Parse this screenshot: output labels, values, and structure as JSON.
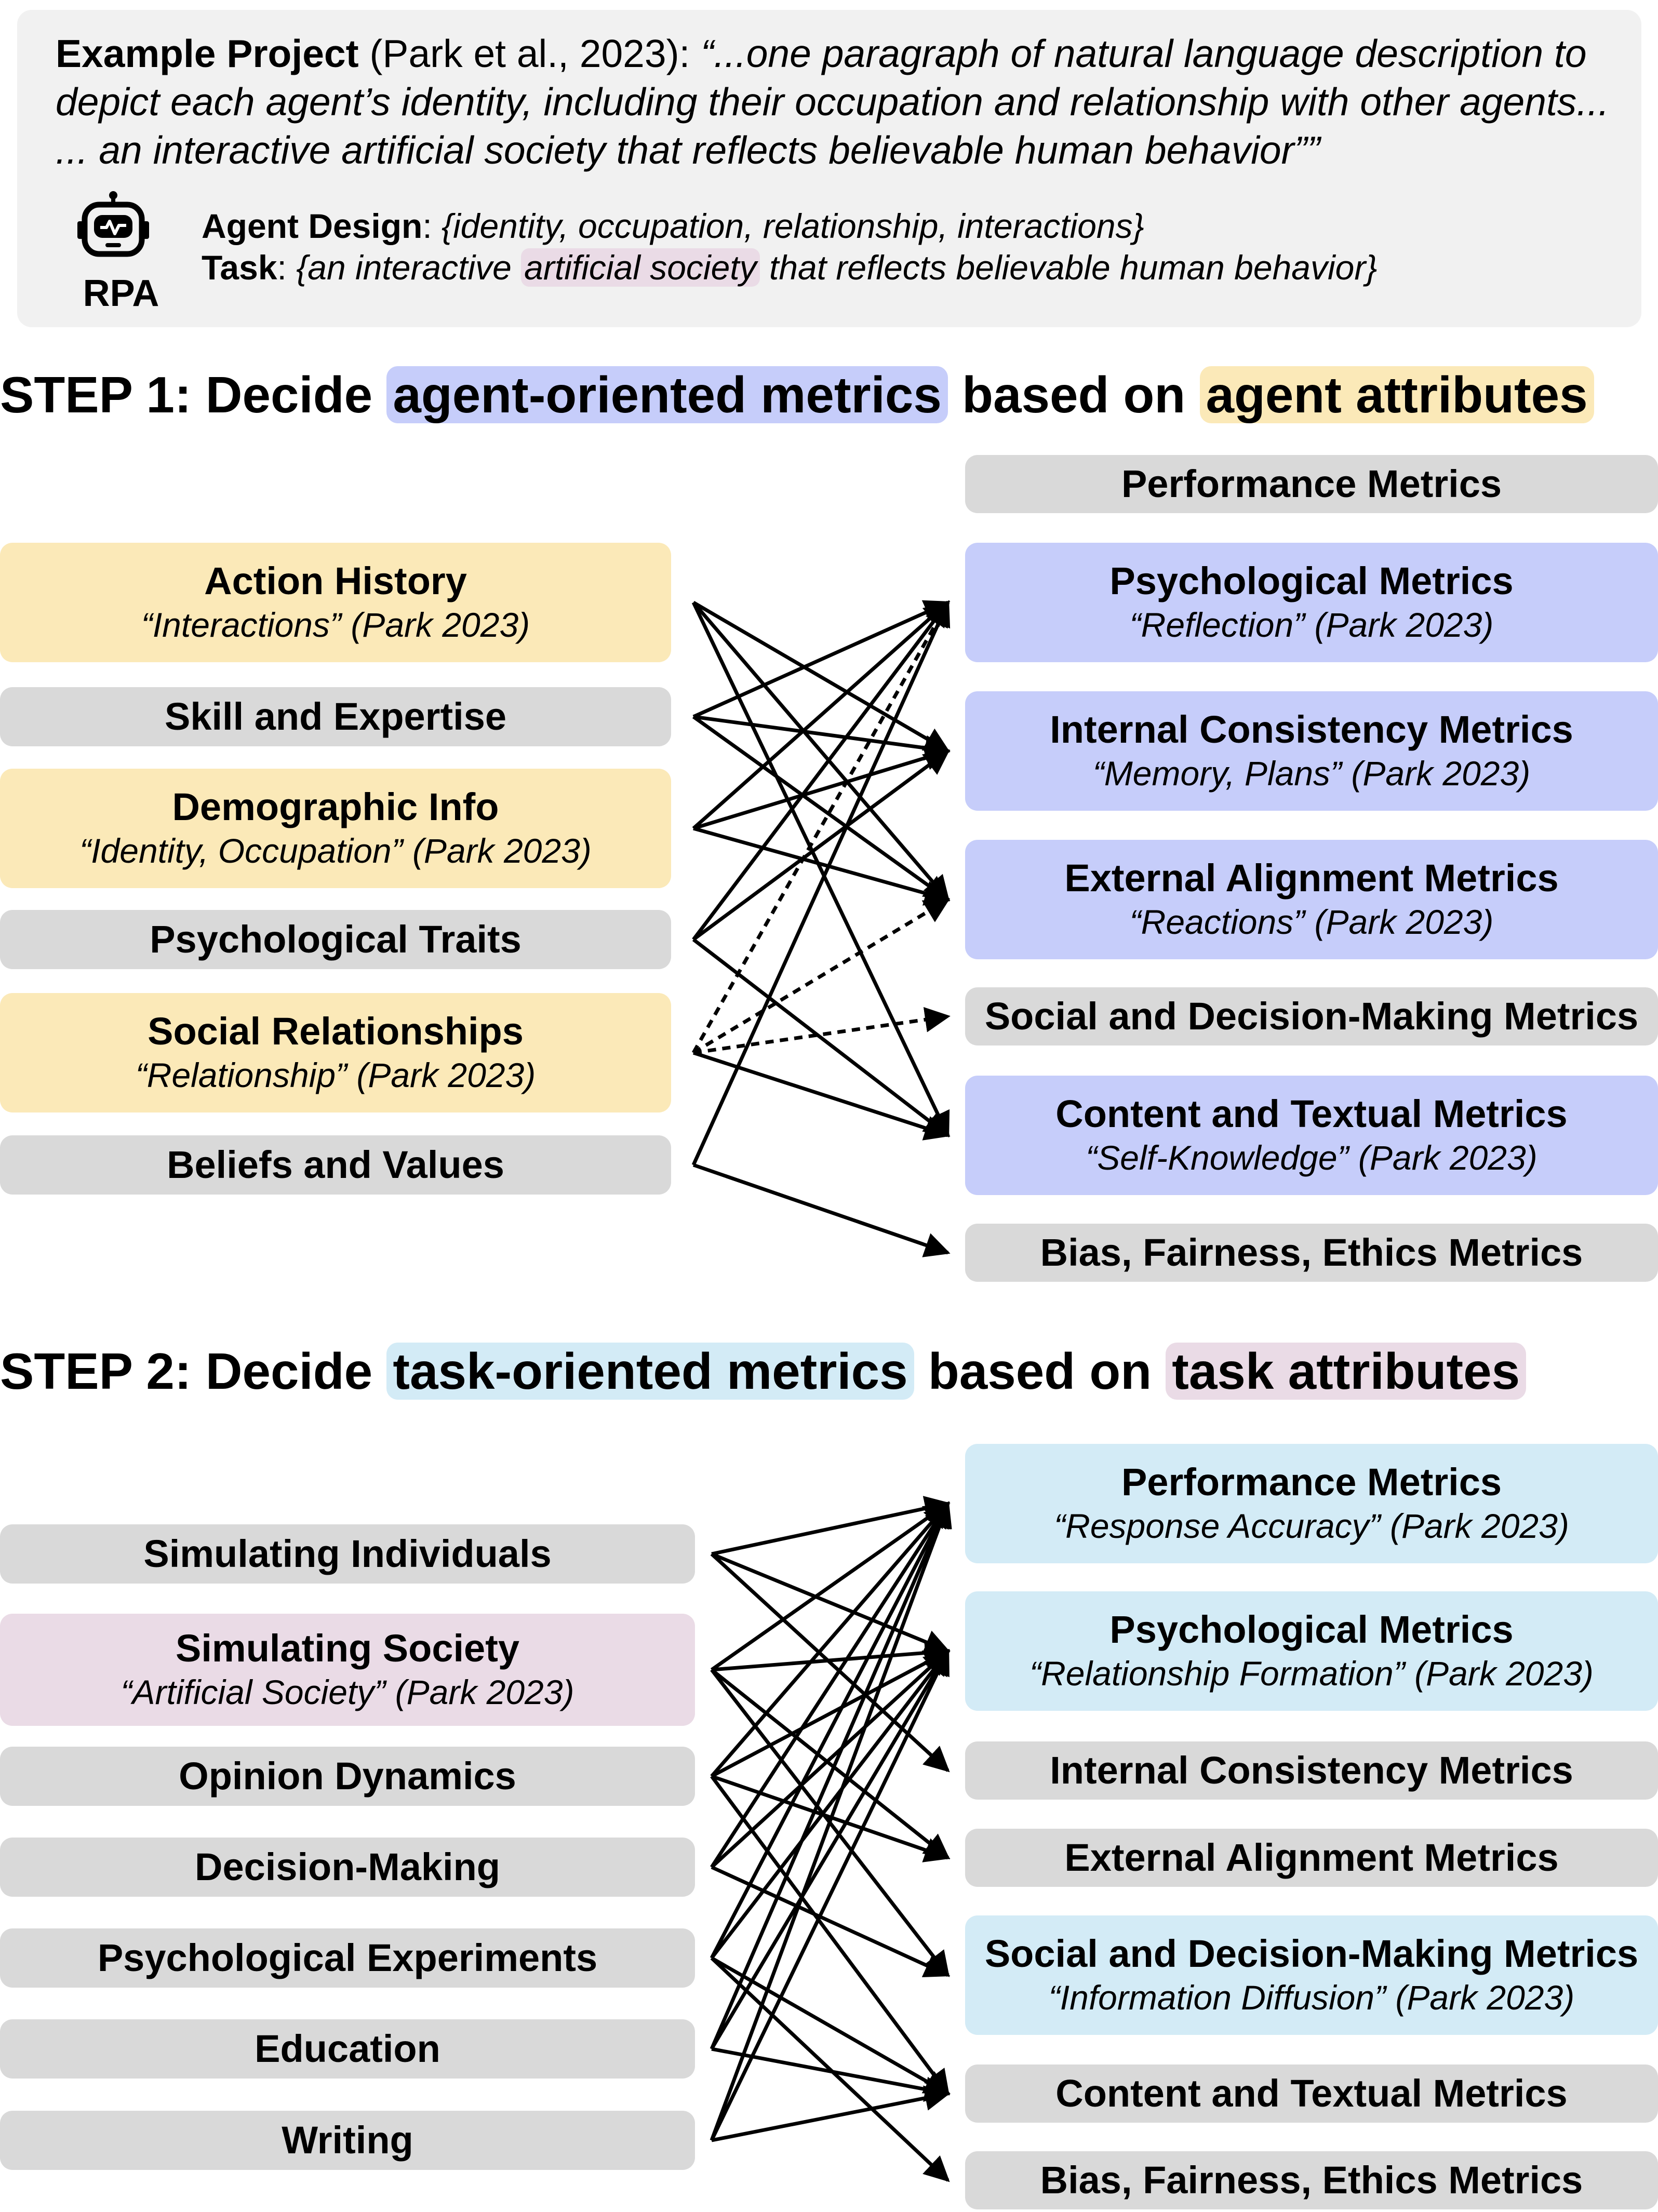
{
  "example": {
    "label": "Example Project",
    "citation": "(Park et al., 2023): ",
    "quote": "“...one paragraph of natural language description to depict each agent’s identity, including their occupation and relationship with other agents... ... an interactive artificial society that reflects believable human behavior””",
    "icon_label": "RPA",
    "icon": "robot-icon",
    "agent_design_label": "Agent Design",
    "agent_design_value": "{identity, occupation, relationship, interactions}",
    "task_label": "Task",
    "task_prefix": "{an interactive ",
    "task_highlight": "artificial society",
    "task_suffix": " that reflects believable human behavior}"
  },
  "step1": {
    "prefix": "STEP 1: Decide ",
    "highlight1": "agent-oriented metrics",
    "middle": " based on ",
    "highlight2": "agent attributes",
    "left": [
      {
        "title": "Action History",
        "sub": "“Interactions” (Park 2023)",
        "highlighted": true
      },
      {
        "title": "Skill and Expertise",
        "sub": "",
        "highlighted": false
      },
      {
        "title": "Demographic Info",
        "sub": "“Identity, Occupation” (Park 2023)",
        "highlighted": true
      },
      {
        "title": "Psychological Traits",
        "sub": "",
        "highlighted": false
      },
      {
        "title": "Social Relationships",
        "sub": "“Relationship” (Park 2023)",
        "highlighted": true
      },
      {
        "title": "Beliefs and Values",
        "sub": "",
        "highlighted": false
      }
    ],
    "right": [
      {
        "title": "Performance Metrics",
        "sub": "",
        "highlighted": false
      },
      {
        "title": "Psychological Metrics",
        "sub": "“Reflection” (Park 2023)",
        "highlighted": true
      },
      {
        "title": "Internal Consistency Metrics",
        "sub": "“Memory, Plans” (Park 2023)",
        "highlighted": true
      },
      {
        "title": "External Alignment Metrics",
        "sub": "“Reactions” (Park 2023)",
        "highlighted": true
      },
      {
        "title": "Social and Decision-Making Metrics",
        "sub": "",
        "highlighted": false
      },
      {
        "title": "Content and Textual Metrics",
        "sub": "“Self-Knowledge” (Park 2023)",
        "highlighted": true
      },
      {
        "title": "Bias, Fairness, Ethics Metrics",
        "sub": "",
        "highlighted": false
      }
    ]
  },
  "step2": {
    "prefix": "STEP 2: Decide ",
    "highlight1": "task-oriented metrics",
    "middle": " based on ",
    "highlight2": "task attributes",
    "left": [
      {
        "title": "Simulating Individuals",
        "sub": "",
        "highlighted": false
      },
      {
        "title": "Simulating Society",
        "sub": "“Artificial Society” (Park 2023)",
        "highlighted": true
      },
      {
        "title": "Opinion Dynamics",
        "sub": "",
        "highlighted": false
      },
      {
        "title": "Decision-Making",
        "sub": "",
        "highlighted": false
      },
      {
        "title": "Psychological Experiments",
        "sub": "",
        "highlighted": false
      },
      {
        "title": "Education",
        "sub": "",
        "highlighted": false
      },
      {
        "title": "Writing",
        "sub": "",
        "highlighted": false
      }
    ],
    "right": [
      {
        "title": "Performance Metrics",
        "sub": "“Response Accuracy” (Park 2023)",
        "highlighted": true
      },
      {
        "title": "Psychological Metrics",
        "sub": "“Relationship Formation” (Park 2023)",
        "highlighted": true
      },
      {
        "title": "Internal Consistency Metrics",
        "sub": "",
        "highlighted": false
      },
      {
        "title": "External Alignment Metrics",
        "sub": "",
        "highlighted": false
      },
      {
        "title": "Social and Decision-Making Metrics",
        "sub": "“Information Diffusion” (Park 2023)",
        "highlighted": true
      },
      {
        "title": "Content and Textual Metrics",
        "sub": "",
        "highlighted": false
      },
      {
        "title": "Bias, Fairness, Ethics Metrics",
        "sub": "",
        "highlighted": false
      }
    ]
  },
  "colors": {
    "gray_box": "#d9d9d9",
    "agent_attribute": "#fbe9b8",
    "agent_metric": "#c6cdfa",
    "task_metric": "#d3ebf6",
    "task_attribute": "#eadbe6",
    "example_bg": "#f1f1f1"
  }
}
